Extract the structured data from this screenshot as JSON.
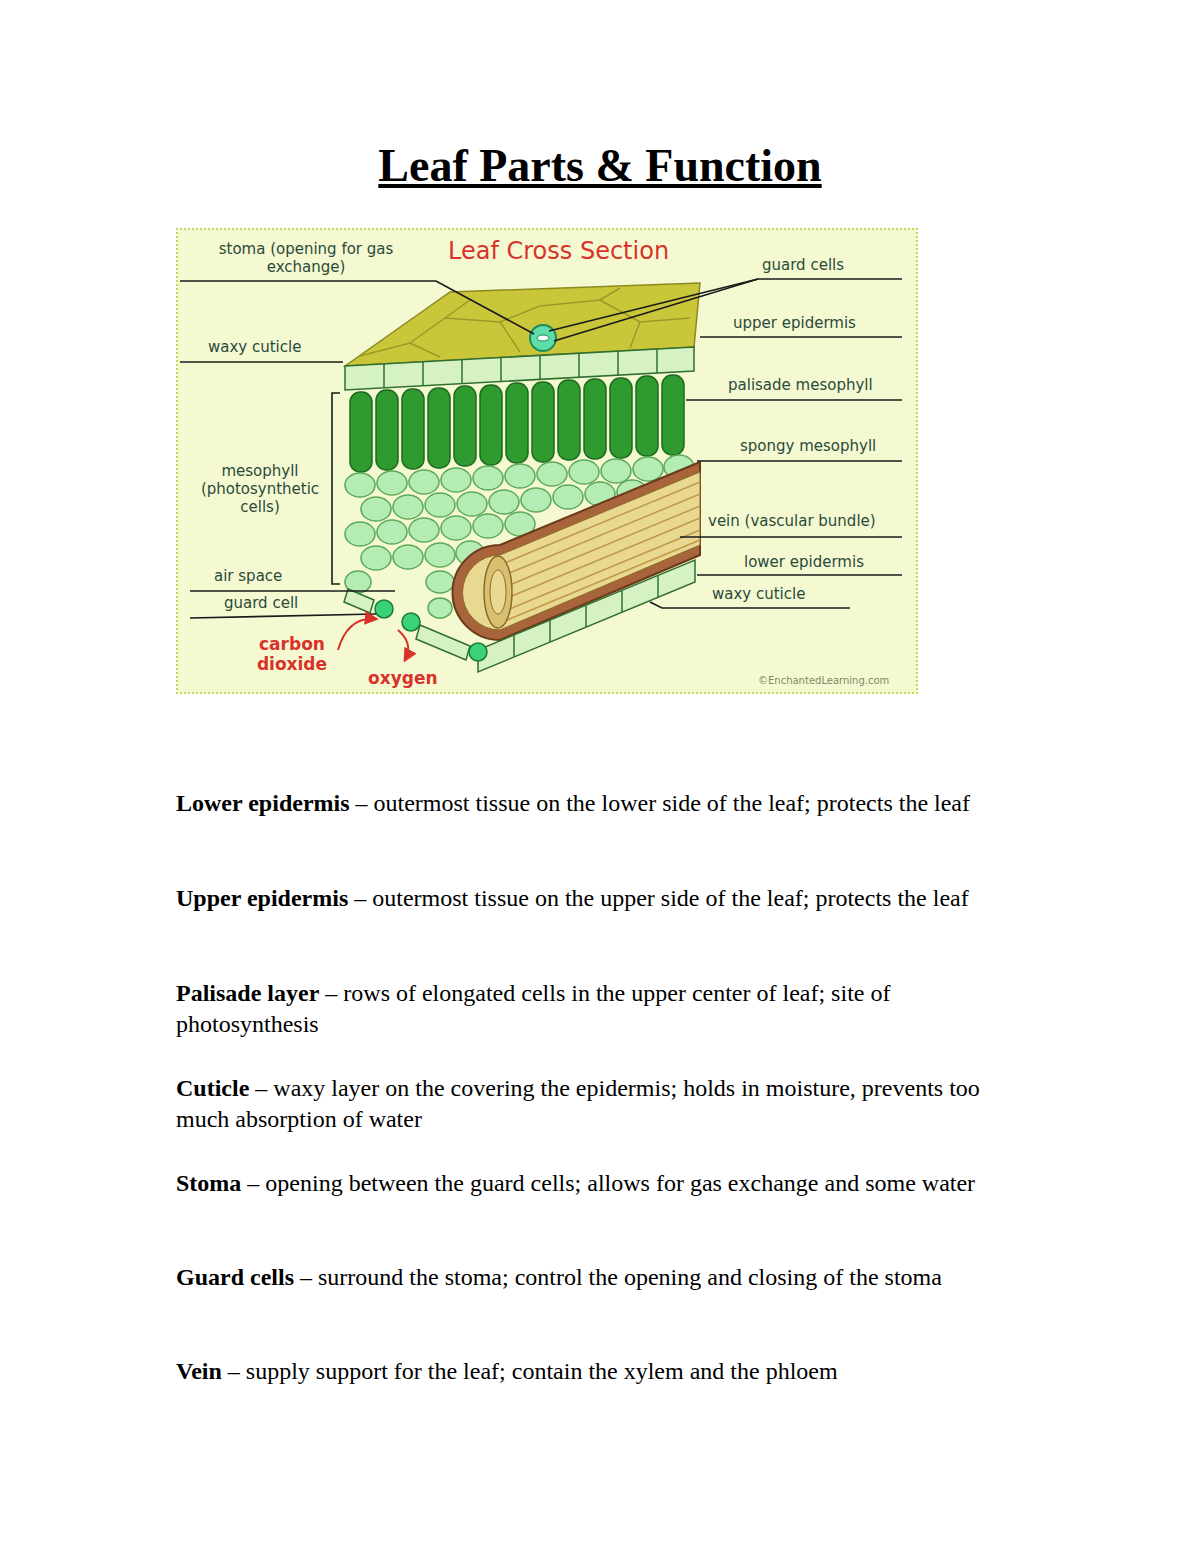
{
  "diagram": {
    "title": "Leaf Parts & Function",
    "nodes": [
      {
        "text": [
          "Leaf Cross Section"
        ]
      }
    ],
    "labels": [
      "stoma (opening for gas exchange)",
      "guard cells",
      "waxy cuticle",
      "upper epidermis",
      "palisade mesophyll",
      "mesophyll (photosynthetic cells)",
      "spongy mesophyll",
      "vein (vascular bundle)",
      "lower epidermis",
      "air space",
      "waxy cuticle",
      "guard cell",
      "carbon dioxide",
      "oxygen",
      "©EnchantedLearning.com",
      "Lower epidermis",
      "– outermost tissue on the lower side of the leaf; protects the leaf",
      "Upper epidermis",
      "– outermost tissue on the upper side of the leaf; protects the leaf",
      "Palisade layer",
      "– rows of elongated cells in the upper center of leaf; site of photosynthesis",
      "Cuticle",
      "– waxy layer on the covering the epidermis; holds in moisture, prevents too much absorption of water",
      "Stoma",
      "– opening between the guard cells; allows for gas exchange and some water",
      "Guard cells",
      "– surround the stoma; control the opening and closing of the stoma",
      "Vein",
      "– supply support for the leaf; contain the xylem and the phloem"
    ]
  }
}
